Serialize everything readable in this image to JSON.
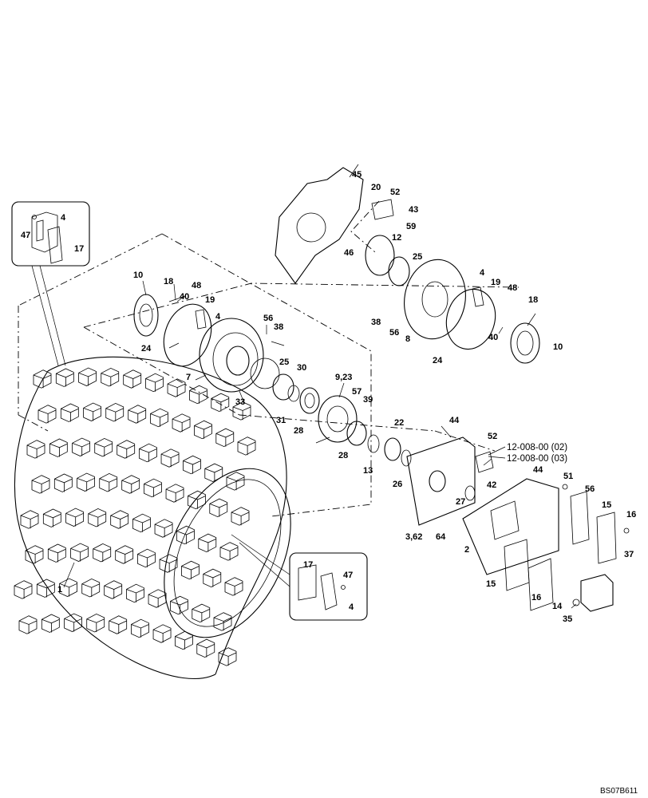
{
  "callouts": {
    "c1": "1",
    "c2": "2",
    "c3_62": "3,62",
    "c4a": "4",
    "c4b": "4",
    "c4c": "4",
    "c4d": "4",
    "c7": "7",
    "c8": "8",
    "c9_23": "9,23",
    "c10a": "10",
    "c10b": "10",
    "c12": "12",
    "c13": "13",
    "c14": "14",
    "c15a": "15",
    "c15b": "15",
    "c16a": "16",
    "c16b": "16",
    "c17a": "17",
    "c17b": "17",
    "c18a": "18",
    "c18b": "18",
    "c19a": "19",
    "c19b": "19",
    "c20": "20",
    "c22": "22",
    "c24a": "24",
    "c24b": "24",
    "c25a": "25",
    "c25b": "25",
    "c26": "26",
    "c27": "27",
    "c28a": "28",
    "c28b": "28",
    "c30": "30",
    "c31": "31",
    "c33": "33",
    "c35": "35",
    "c37": "37",
    "c38a": "38",
    "c38b": "38",
    "c39": "39",
    "c40a": "40",
    "c40b": "40",
    "c42": "42",
    "c43": "43",
    "c44a": "44",
    "c44b": "44",
    "c45": "45",
    "c46": "46",
    "c47a": "47",
    "c47b": "47",
    "c48a": "48",
    "c48b": "48",
    "c51": "51",
    "c52a": "52",
    "c52b": "52",
    "c56a": "56",
    "c56b": "56",
    "c56c": "56",
    "c57": "57",
    "c59": "59",
    "c64": "64"
  },
  "references": {
    "ref1": "12-008-00 (02)",
    "ref2": "12-008-00 (03)"
  },
  "drawing_code": "BS07B611"
}
